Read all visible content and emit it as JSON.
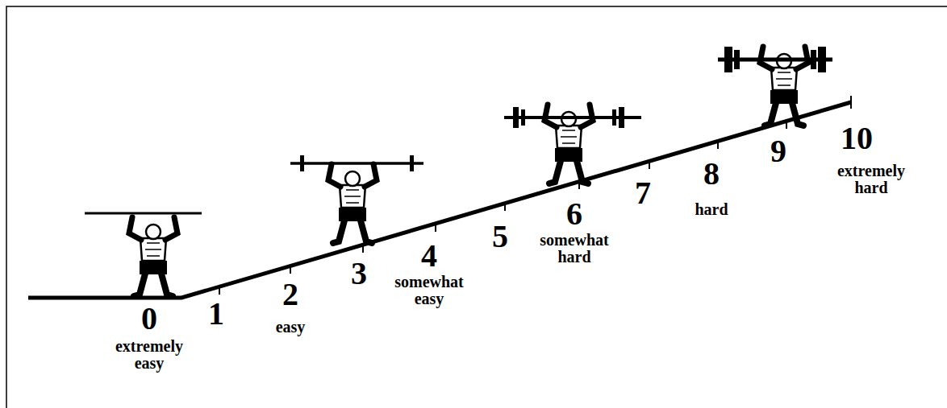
{
  "diagram": {
    "labels": [
      "0",
      "extremely easy",
      "1",
      "2",
      "easy",
      "3",
      "4",
      "somewhat easy",
      "5",
      "6",
      "somewhat hard",
      "7",
      "8",
      "hard",
      "9",
      "10",
      "extremely hard"
    ]
  }
}
